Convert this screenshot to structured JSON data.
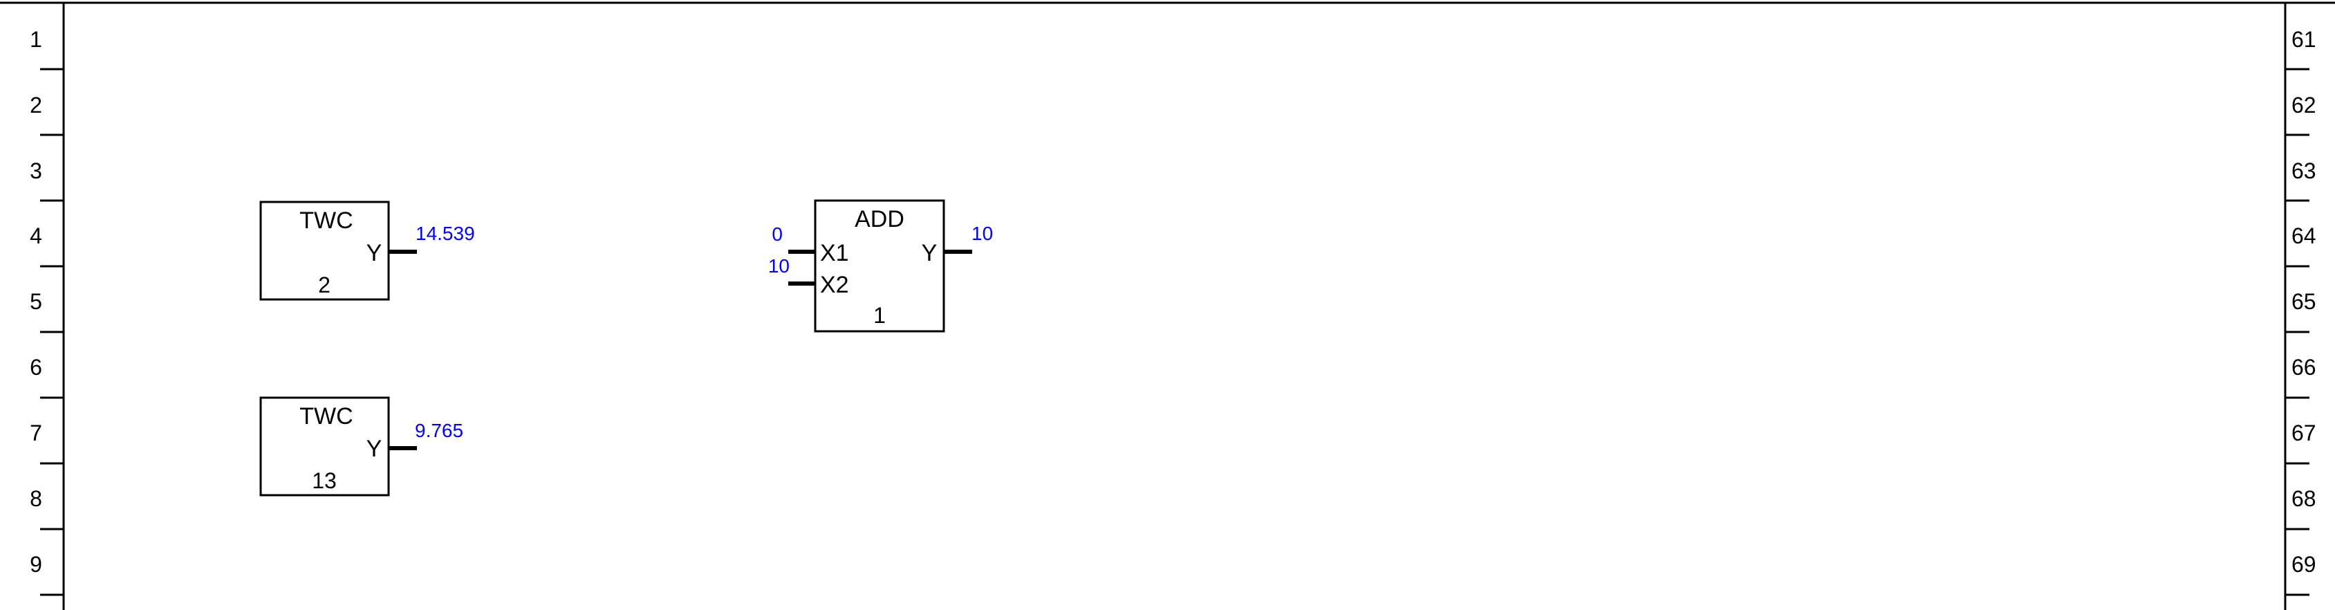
{
  "ruler": {
    "left_rows": [
      "1",
      "2",
      "3",
      "4",
      "5",
      "6",
      "7",
      "8",
      "9"
    ],
    "right_rows": [
      "61",
      "62",
      "63",
      "64",
      "65",
      "66",
      "67",
      "68",
      "69"
    ]
  },
  "blocks": {
    "twc_a": {
      "type": "TWC",
      "output_label": "Y",
      "number": "2",
      "output_value": "14.539"
    },
    "twc_b": {
      "type": "TWC",
      "output_label": "Y",
      "number": "13",
      "output_value": "9.765"
    },
    "add": {
      "type": "ADD",
      "input_1_label": "X1",
      "input_2_label": "X2",
      "output_label": "Y",
      "number": "1",
      "input_1_value": "0",
      "input_2_value": "10",
      "output_value": "10"
    }
  },
  "colors": {
    "line": "#000000",
    "value_text": "#0000ff",
    "background": "#ffffff"
  }
}
